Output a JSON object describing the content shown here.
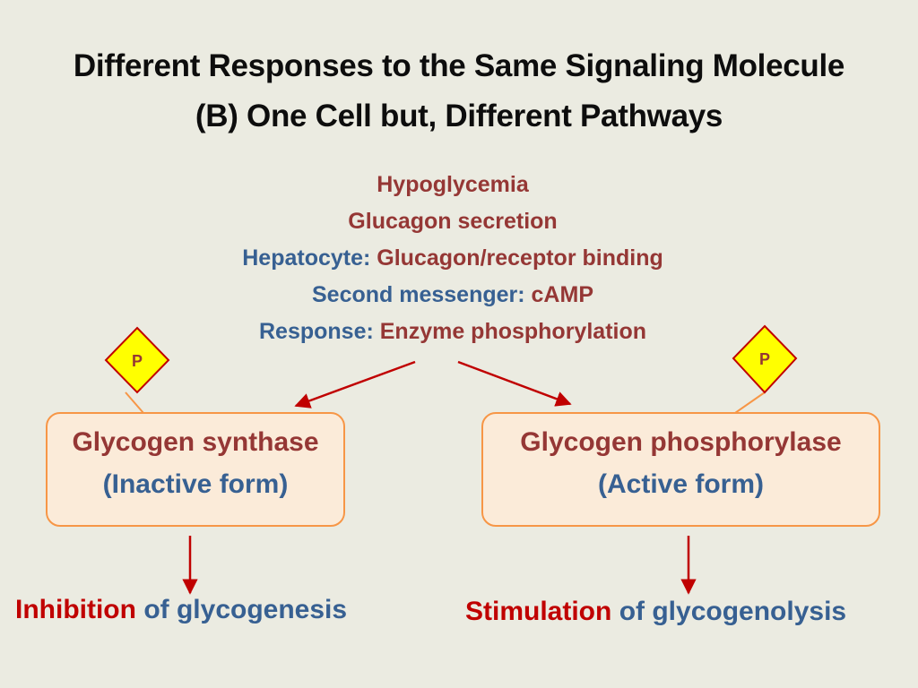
{
  "title": {
    "line1": "Different Responses to the Same Signaling Molecule",
    "line2": "(B) One Cell but, Different Pathways"
  },
  "pathway": {
    "trigger": "Hypoglycemia",
    "secretion": "Glucagon secretion",
    "cell_label": "Hepatocyte:",
    "cell_event": "Glucagon/receptor binding",
    "messenger_label": "Second messenger:",
    "messenger_value": "cAMP",
    "response_label": "Response:",
    "response_value": "Enzyme phosphorylation"
  },
  "phospho_badge": "P",
  "left_enzyme": {
    "name": "Glycogen synthase",
    "state": "(Inactive form)"
  },
  "right_enzyme": {
    "name": "Glycogen phosphorylase",
    "state": "(Active form)"
  },
  "left_outcome": {
    "effect": "Inhibition",
    "of": "of",
    "process": "glycogenesis"
  },
  "right_outcome": {
    "effect": "Stimulation",
    "of": "of",
    "process": "glycogenolysis"
  },
  "colors": {
    "background": "#EBEBE1",
    "maroon": "#953735",
    "blue": "#376092",
    "red": "#C00000",
    "box_fill": "#FBEBD9",
    "box_border": "#F79646",
    "badge_fill": "#FFFF00"
  }
}
